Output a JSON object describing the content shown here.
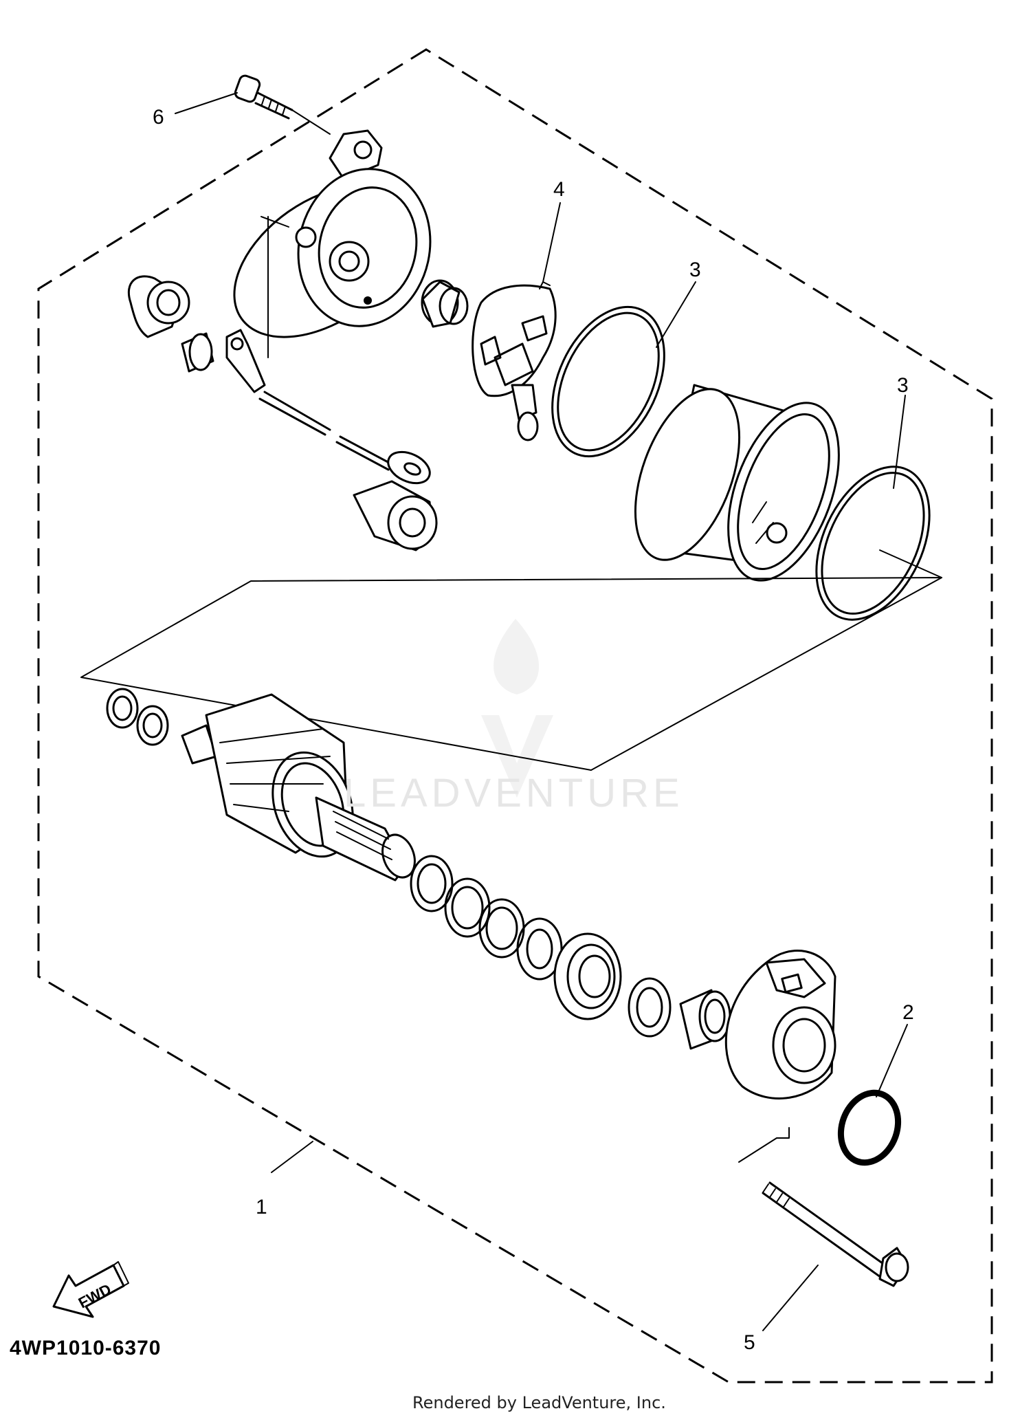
{
  "diagram": {
    "code": "4WP1010-6370",
    "credit": "Rendered by LeadVenture, Inc.",
    "watermark": "LEADVENTURE",
    "fwd_label": "FWD"
  },
  "callouts": [
    {
      "id": "callout-1",
      "number": "1"
    },
    {
      "id": "callout-2",
      "number": "2"
    },
    {
      "id": "callout-3a",
      "number": "3"
    },
    {
      "id": "callout-3b",
      "number": "3"
    },
    {
      "id": "callout-4",
      "number": "4"
    },
    {
      "id": "callout-5",
      "number": "5"
    },
    {
      "id": "callout-6",
      "number": "6"
    }
  ]
}
